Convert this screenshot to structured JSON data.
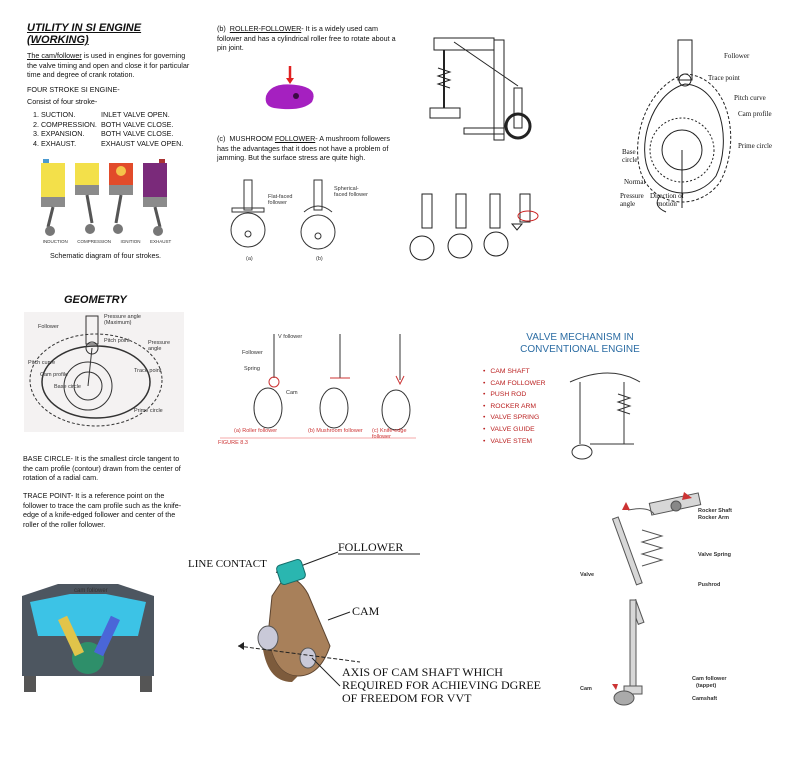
{
  "sec1": {
    "title": "UTILITY IN SI ENGINE (WORKING)",
    "intro_link": "The cam/follower",
    "intro_rest": " is used in engines for governing the valve timing and open and close it for particular time and degree of crank rotation.",
    "subtitle": "FOUR STROKE SI ENGINE-",
    "consist": "Consist of four stroke-",
    "strokes": [
      {
        "name": "1. SUCTION.",
        "state": "INLET VALVE OPEN."
      },
      {
        "name": "2. COMPRESSION.",
        "state": "BOTH VALVE CLOSE."
      },
      {
        "name": "3. EXPANSION.",
        "state": "BOTH VALVE CLOSE."
      },
      {
        "name": "4. EXHAUST.",
        "state": "EXHAUST VALVE OPEN."
      }
    ],
    "stroke_labels": [
      "INDUCTION",
      "COMPRESSION",
      "IGNITION",
      "EXHAUST"
    ],
    "caption": "Schematic diagram of four strokes."
  },
  "sec2": {
    "b_prefix": "(b)",
    "b_link": "ROLLER-FOLLOWER",
    "b_rest": "- It is a widely used cam follower and has a cylindrical roller free to rotate about a pin joint.",
    "c_prefix": "(c)",
    "c_pre": "MUSHROOM ",
    "c_link": "FOLLOWER",
    "c_rest": "- A mushroom followers has the advantages that it does not have a problem of jamming. But the surface stress are quite high.",
    "flat_label": "Flat-faced follower",
    "spher_label": "Spherical-faced follower",
    "sub_a": "(a)",
    "sub_b": "(b)"
  },
  "profile_diagram": {
    "follower": "Follower",
    "trace": "Trace point",
    "pitch": "Pitch curve",
    "cam_profile": "Cam profile",
    "prime": "Prime circle",
    "base": "Base circle",
    "normal": "Normal",
    "pressure": "Pressure angle",
    "direction": "Direction of motion"
  },
  "sec3": {
    "title": "GEOMETRY",
    "labels": {
      "follower": "Follower",
      "pressure_max": "Pressure angle (Maximum)",
      "pitch_point": "Pitch point",
      "pressure": "Pressure angle",
      "trace": "Trace point",
      "pitch_curve": "Pitch curve",
      "cam_profile": "Cam profile",
      "base": "Base circle",
      "prime": "Prime circle"
    },
    "base_text": "BASE CIRCLE- It is the smallest circle tangent to the cam profile (contour) drawn from the center of rotation of a radial cam.",
    "trace_text": "TRACE POINT- It is a reference point on the follower to trace the cam profile such as the knife-edge of a knife-edged follower and center of the roller of the roller follower."
  },
  "followers_fig": {
    "follower": "Follower",
    "spring": "Spring",
    "cam": "Cam",
    "v_follower": "V follower",
    "captions": [
      "(a) Roller follower",
      "(b) Mushroom follower",
      "(c) Knife-edge follower"
    ],
    "figure_no": "FIGURE 8.3"
  },
  "valve_mech": {
    "title_1": "VALVE MECHANISM IN",
    "title_2": "CONVENTIONAL ENGINE",
    "items": [
      "CAM SHAFT",
      "CAM FOLLOWER",
      "PUSH ROD",
      "ROCKER ARM",
      "VALVE SPRING",
      "VALVE GUIDE",
      "VALVE STEM"
    ]
  },
  "engine_fig": {
    "cam_follower": "cam follower"
  },
  "cam_diagram": {
    "follower": "FOLLOWER",
    "line_contact": "LINE CONTACT",
    "cam": "CAM",
    "axis_1": "AXIS OF CAM SHAFT WHICH",
    "axis_2": "REQUIRED FOR ACHIEVING DGREE",
    "axis_3": "OF FREEDOM FOR VVT"
  },
  "rocker_fig": {
    "rocker_shaft": "Rocker Shaft",
    "rocker_arm": "Rocker Arm",
    "valve_spring": "Valve Spring",
    "valve": "Valve",
    "pushrod": "Pushrod",
    "cam_follower": "Cam follower",
    "tappet": "(tappet)",
    "cam": "Cam",
    "camshaft": "Camshaft"
  },
  "colors": {
    "accent_red": "#b22222",
    "title_blue": "#2b6ca3",
    "cam_brown": "#a8805a",
    "follower_teal": "#2ab6b0",
    "cam_purple": "#a520c0"
  }
}
